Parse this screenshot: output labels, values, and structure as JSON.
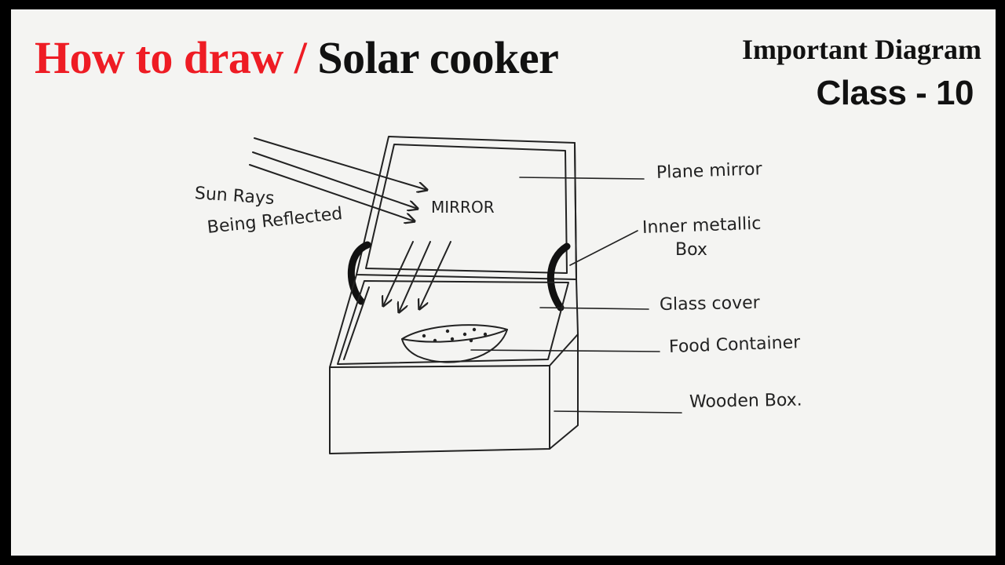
{
  "header": {
    "title_part1": "How to draw / ",
    "title_part2": "Solar cooker",
    "subtitle": "Important Diagram",
    "class_label": "Class - 10"
  },
  "diagram": {
    "mirror_text": "MIRROR",
    "labels": {
      "plane_mirror": "Plane mirror",
      "inner_box_line1": "Inner metallic",
      "inner_box_line2": "Box",
      "glass_cover": "Glass cover",
      "food_container": "Food Container",
      "wooden_box": "Wooden Box.",
      "sun_rays_line1": "Sun Rays",
      "sun_rays_line2": "Being Reflected"
    }
  }
}
